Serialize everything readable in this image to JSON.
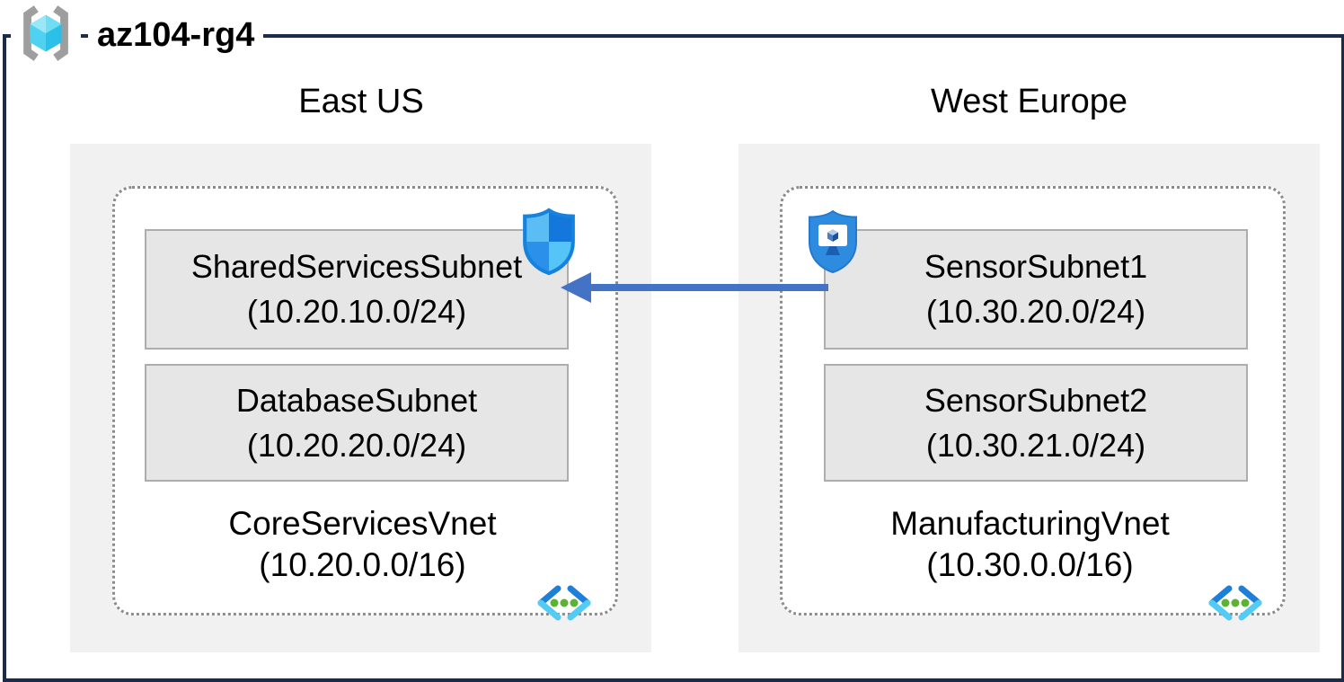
{
  "title": {
    "resource_group": "az104-rg4"
  },
  "regions": [
    {
      "name": "East US",
      "vnet": {
        "name": "CoreServicesVnet",
        "cidr": "(10.20.0.0/16)",
        "subnets": [
          {
            "name": "SharedServicesSubnet",
            "cidr": "(10.20.10.0/24)",
            "badge": "network-security-group-shield"
          },
          {
            "name": "DatabaseSubnet",
            "cidr": "(10.20.20.0/24)",
            "badge": null
          }
        ]
      }
    },
    {
      "name": "West Europe",
      "vnet": {
        "name": "ManufacturingVnet",
        "cidr": "(10.30.0.0/16)",
        "subnets": [
          {
            "name": "SensorSubnet1",
            "cidr": "(10.30.20.0/24)",
            "badge": "shield-with-monitor"
          },
          {
            "name": "SensorSubnet2",
            "cidr": "(10.30.21.0/24)",
            "badge": null
          }
        ]
      }
    }
  ],
  "connection": {
    "from": "SensorSubnet1",
    "to": "SharedServicesSubnet",
    "direction": "right-to-left",
    "color": "#4472C4"
  },
  "icons": {
    "resource_group": "gray-brackets-with-cyan-cube",
    "virtual_network": "angle-brackets-with-three-green-dots",
    "nsg_badge": "blue-quadrant-shield",
    "asg_badge": "blue-shield-with-monitor-cube"
  },
  "colors": {
    "outer_border": "#1B2B4C",
    "region_background": "#F1F1F1",
    "vnet_background": "#FFFFFF",
    "vnet_dotted_border": "#8C8C8C",
    "subnet_background": "#E6E6E6",
    "subnet_border": "#ADADAD",
    "arrow_blue": "#4472C4",
    "shield_outline_blue": "#1583DD",
    "bracket_dark_blue": "#1E7FD8",
    "bracket_cyan": "#53CBF5",
    "dot_green": "#5CB233",
    "cube_cyan": "#4FD2F1"
  }
}
